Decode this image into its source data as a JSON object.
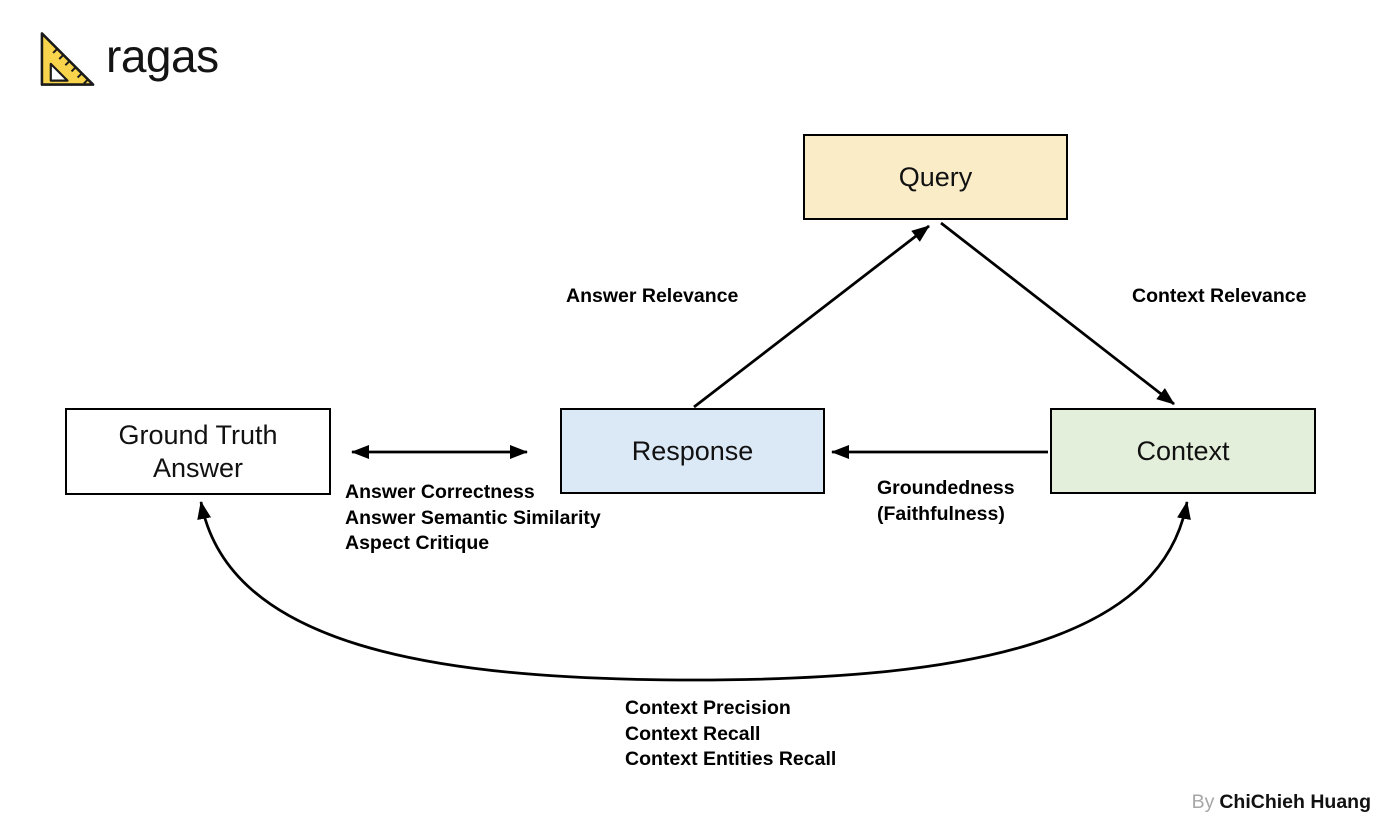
{
  "logo": {
    "text": "ragas"
  },
  "nodes": {
    "query": {
      "label": "Query",
      "fill": "#FAECC7",
      "border": "#000000"
    },
    "ground_truth": {
      "label_lines": [
        "Ground Truth",
        "Answer"
      ],
      "fill": "#FFFFFF",
      "border": "#000000"
    },
    "response": {
      "label": "Response",
      "fill": "#DBE8F6",
      "border": "#000000"
    },
    "context": {
      "label": "Context",
      "fill": "#E3EFDB",
      "border": "#000000"
    }
  },
  "labels": {
    "answer_relevance": "Answer Relevance",
    "context_relevance": "Context Relevance",
    "answer_correctness_metrics": [
      "Answer Correctness",
      "Answer Semantic Similarity",
      "Aspect Critique"
    ],
    "groundedness_metrics": [
      "Groundedness",
      "(Faithfulness)"
    ],
    "context_metrics": [
      "Context Precision",
      "Context Recall",
      "Context Entities Recall"
    ]
  },
  "edges": {
    "response_to_query": "Response to Query",
    "query_to_context": "Query to Context",
    "groundtruth_response_bidirectional": "Ground Truth Answer and Response",
    "context_to_response": "Context to Response",
    "context_groundtruth_curved_bidirectional": "Context and Ground Truth Answer"
  },
  "diagram_style": {
    "arrow_color": "#000000",
    "logo_triangle_fill": "#F7D44C",
    "background": "#FFFFFF"
  },
  "credit": {
    "prefix": "By",
    "author": "ChiChieh Huang"
  }
}
